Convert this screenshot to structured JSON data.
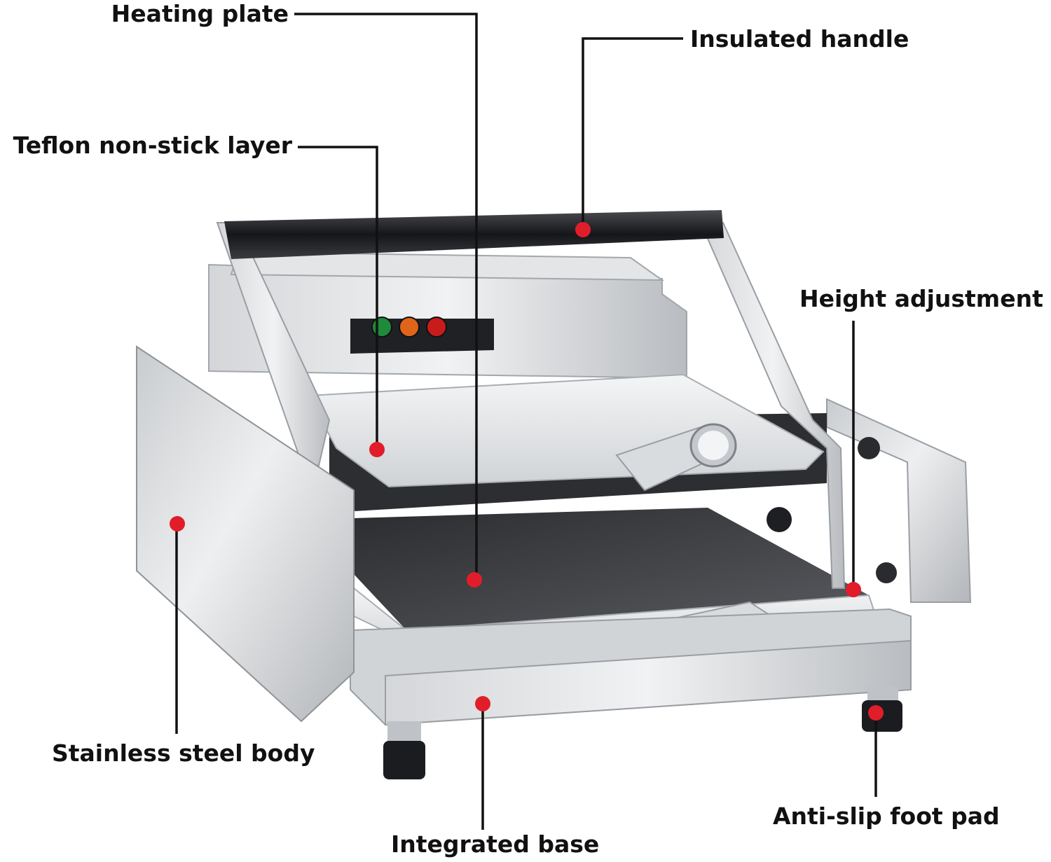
{
  "colors": {
    "background": "#ffffff",
    "steel_light": "#e6e7e9",
    "steel_mid": "#c3c6ca",
    "steel_dark": "#8d9196",
    "plate_dark": "#3a3b3e",
    "handle": "#1c1d20",
    "marker": "#e11d2a",
    "leader": "#111111"
  },
  "lamps": [
    {
      "name": "green-lamp",
      "color": "#1f8a3a"
    },
    {
      "name": "orange-lamp",
      "color": "#e0641a"
    },
    {
      "name": "red-lamp",
      "color": "#c81b1b"
    }
  ],
  "labels": {
    "heating_plate": "Heating plate",
    "insulated_handle": "Insulated handle",
    "teflon_layer": "Teflon non-stick layer",
    "height_adjustment": "Height adjustment",
    "stainless_body": "Stainless steel body",
    "anti_slip_pad": "Anti-slip foot pad",
    "integrated_base": "Integrated base"
  }
}
